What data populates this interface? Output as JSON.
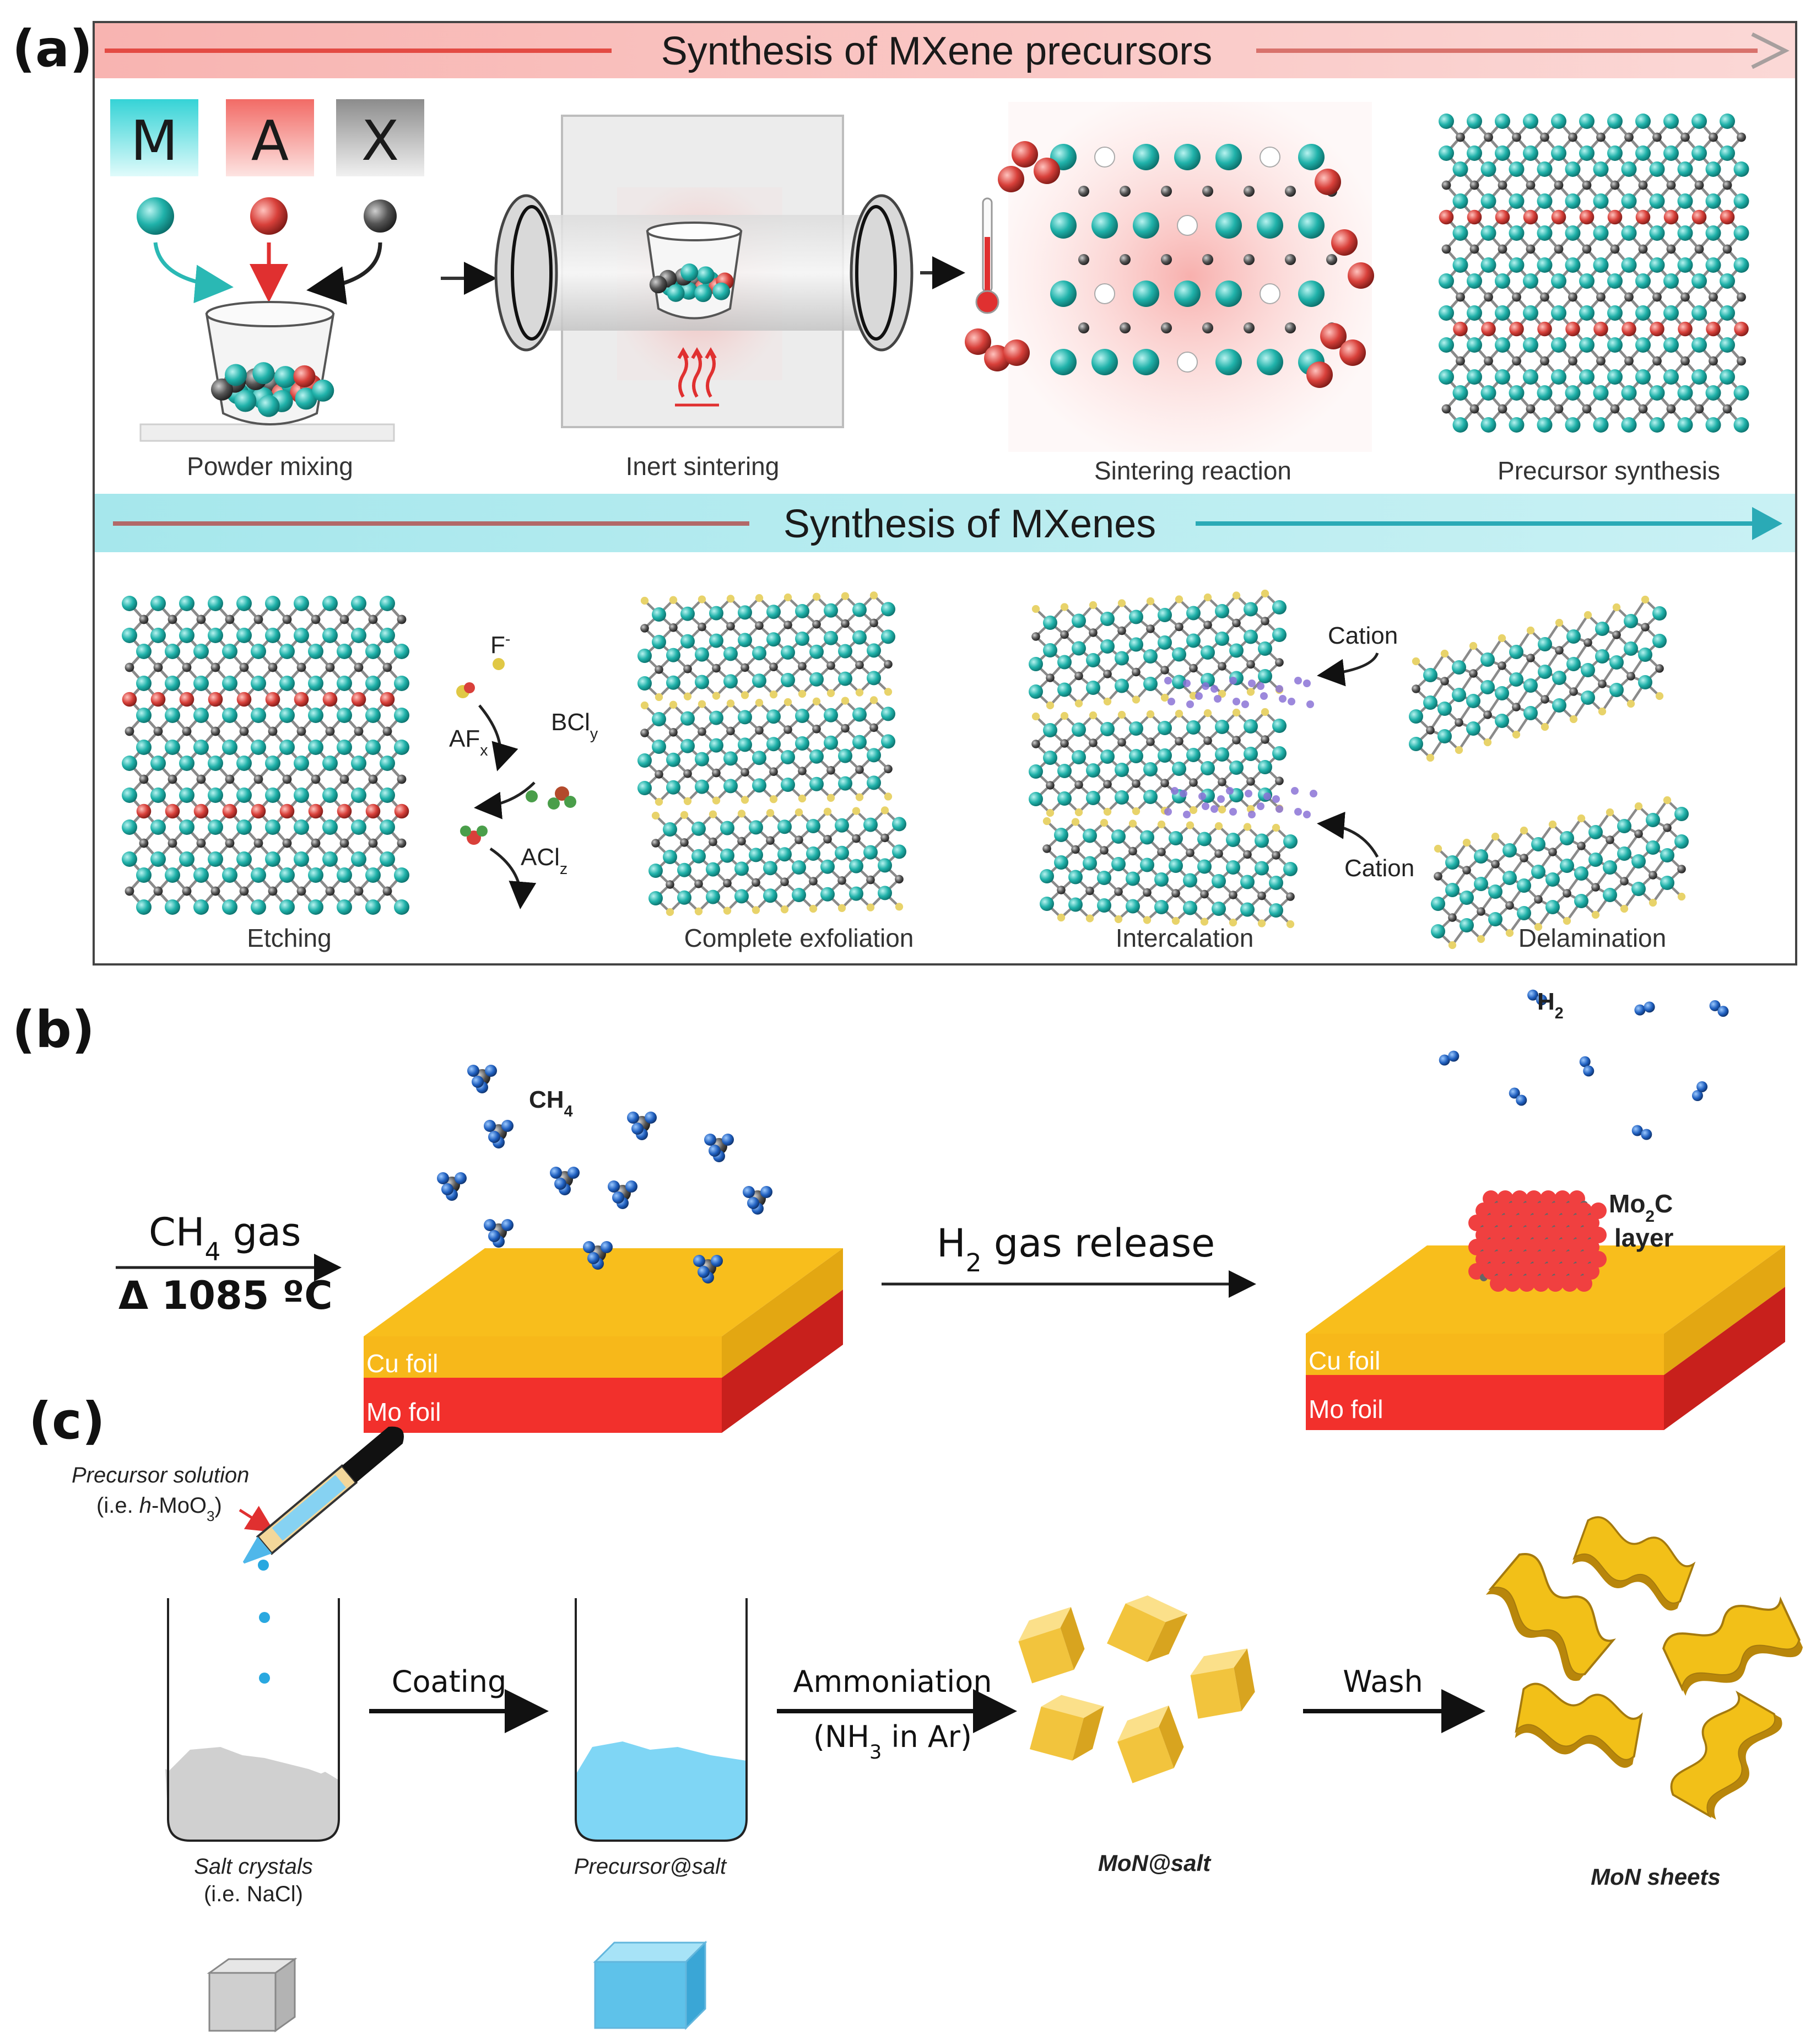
{
  "panels": {
    "a": {
      "label": "(a)",
      "banner_top": "Synthesis of MXene precursors",
      "banner_bottom": "Synthesis of MXenes",
      "elements": [
        "M",
        "A",
        "X"
      ],
      "captions_top": [
        "Powder mixing",
        "Inert sintering",
        "Sintering reaction",
        "Precursor synthesis"
      ],
      "captions_bottom": [
        "Etching",
        "Complete exfoliation",
        "Intercalation",
        "Delamination"
      ],
      "ions": {
        "f": "F",
        "f_sup": "-",
        "afx": "AF",
        "afx_sub": "x",
        "bcly": "BCl",
        "bcly_sub": "y",
        "aclz": "ACl",
        "aclz_sub": "z"
      },
      "cation_labels": [
        "Cation",
        "Cation"
      ]
    },
    "b": {
      "label": "(b)",
      "gas_in": "CH",
      "gas_in_sub": "4",
      "gas_in_suffix": " gas",
      "temperature": "Δ 1085 ºC",
      "ch4": "CH",
      "ch4_sub": "4",
      "release": "H",
      "release_sub": "2",
      "release_suffix": " gas release",
      "h2": "H",
      "h2_sub": "2",
      "cu_foil": "Cu foil",
      "mo_foil": "Mo foil",
      "mo2c_line1_a": "Mo",
      "mo2c_line1_sub": "2",
      "mo2c_line1_b": "C",
      "mo2c_line2": "layer"
    },
    "c": {
      "label": "(c)",
      "precursor_line1": "Precursor solution",
      "precursor_line2_a": "(i.e. ",
      "precursor_line2_b": "h",
      "precursor_line2_c": "-MoO",
      "precursor_line2_sub": "3",
      "precursor_line2_d": ")",
      "step1": "Coating",
      "step2": "Ammoniation",
      "step2_sub_a": "(NH",
      "step2_sub_sub": "3",
      "step2_sub_b": " in Ar)",
      "step3": "Wash",
      "salt_line1": "Salt crystals",
      "salt_line2": "(i.e. NaCl)",
      "precursor_salt": "Precursor@salt",
      "mon_salt": "MoN@salt",
      "mon_sheets": "MoN sheets"
    }
  },
  "colors": {
    "teal": "#1fb5ad",
    "red_atom": "#d9403a",
    "dark_atom": "#555555",
    "banner_red": "#f6c2c0",
    "banner_teal": "#a8e6ea",
    "cu": "#f8be1c",
    "mo": "#f2302c",
    "salt_grey": "#d0d0d0",
    "precursor_blue": "#7fd6f5",
    "mon_yellow": "#f2c43d"
  }
}
